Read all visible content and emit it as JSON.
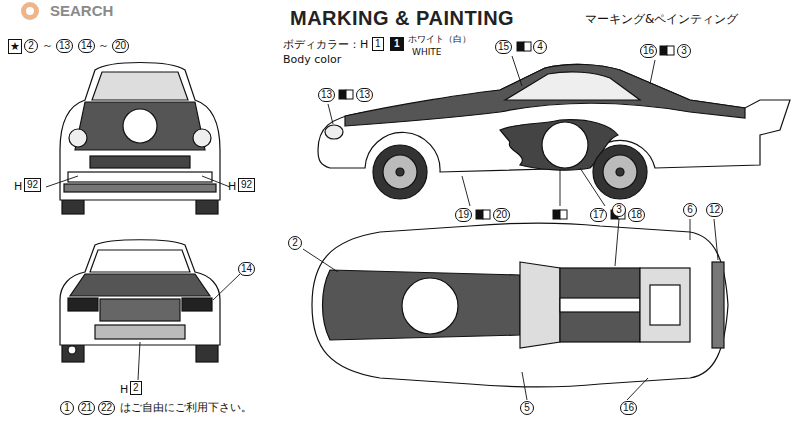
{
  "diagram": {
    "title": "MARKING & PAINTING",
    "labels": [
      "SEARCH",
      "マーキング&ペインティング",
      "★",
      "2",
      "～",
      "13",
      "14",
      "～",
      "20",
      "ボディカラー：H",
      "1",
      "1",
      "ホワイト（白）",
      "WHITE",
      "Body color",
      "H",
      "92",
      "H",
      "92",
      "H",
      "2",
      "14",
      "15",
      "4",
      "16",
      "3",
      "13",
      "13",
      "19",
      "20",
      "17",
      "18",
      "2",
      "3",
      "6",
      "12",
      "5",
      "16",
      "1",
      "21",
      "22",
      "はご自由にご利用下さい。"
    ]
  }
}
